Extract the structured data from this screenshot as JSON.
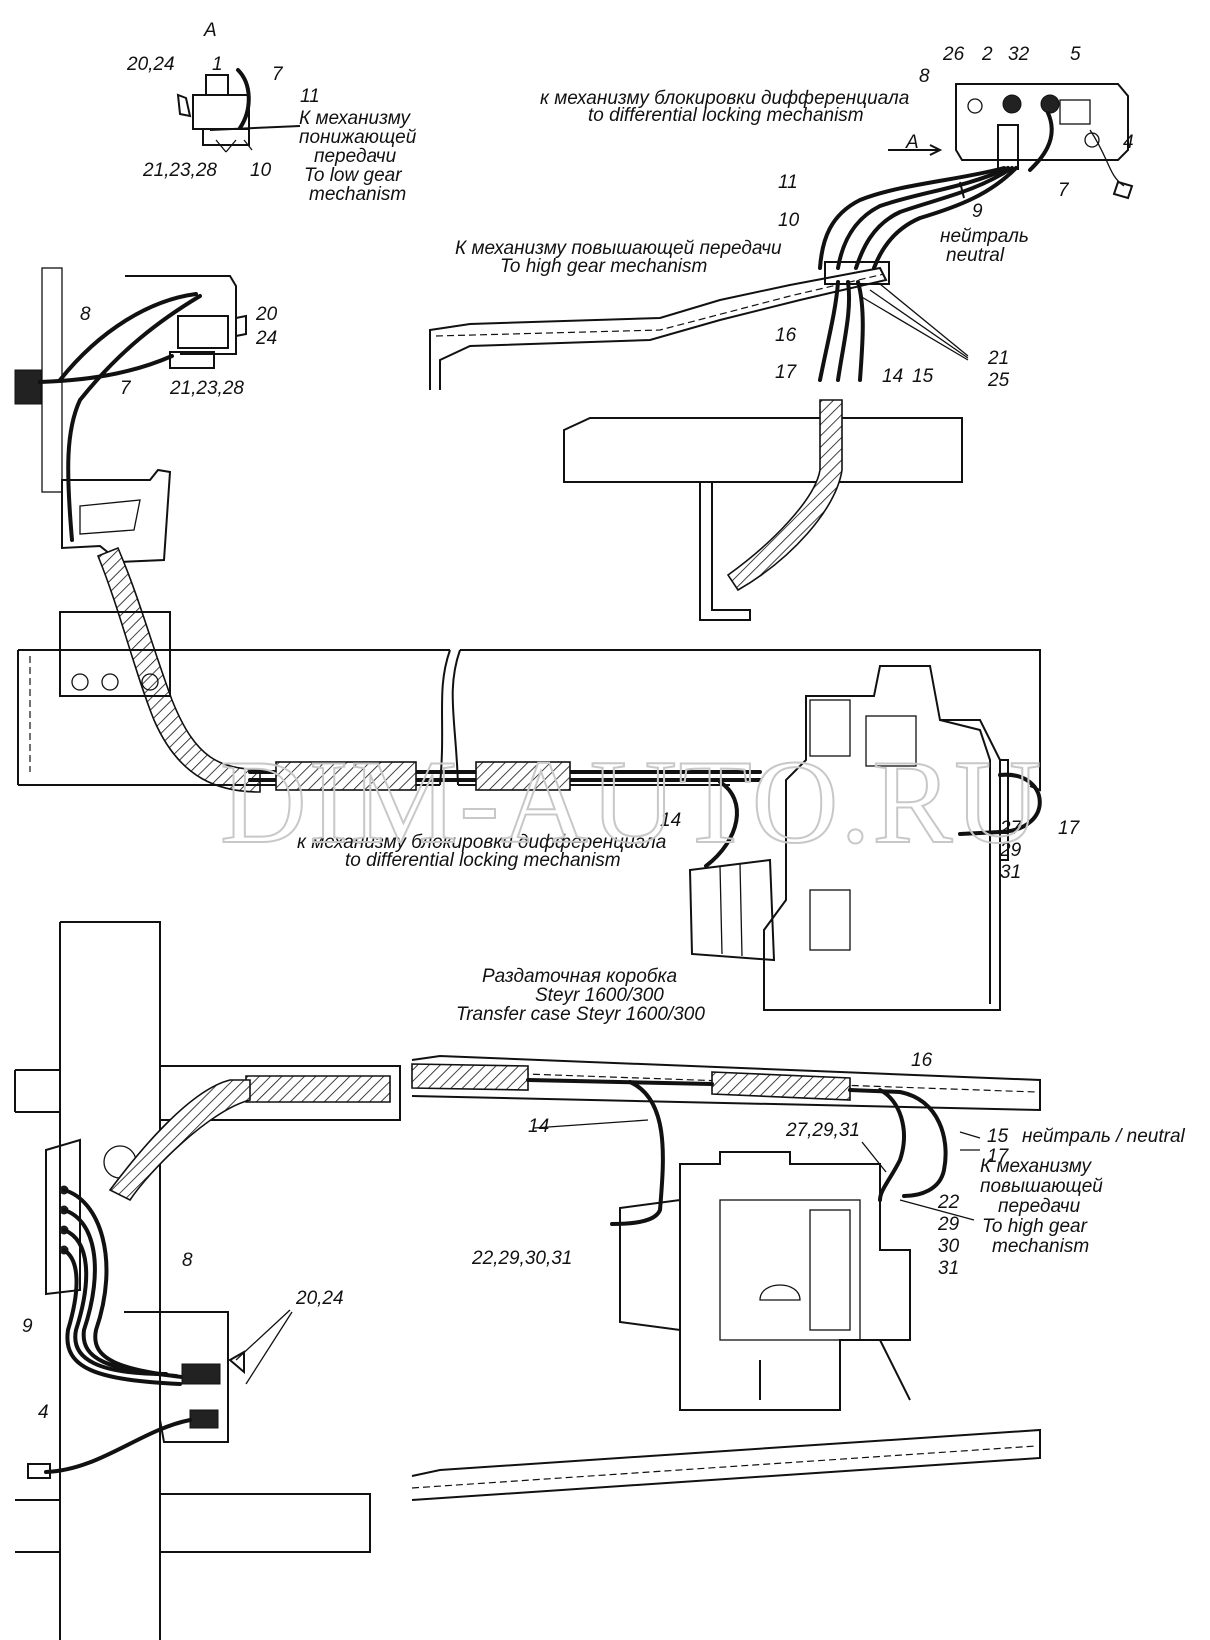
{
  "watermark": "DIM-AUTO.RU",
  "view_a": {
    "letter": "A"
  },
  "captions": {
    "low_gear_ru_1": "К механизму",
    "low_gear_ru_2": "понижающей",
    "low_gear_ru_3": "передачи",
    "low_gear_en_1": "To low gear",
    "low_gear_en_2": "mechanism",
    "diff_lock_top_ru": "к механизму блокировки дифференциала",
    "diff_lock_top_en": "to differential  locking mechanism",
    "high_gear_top_ru": "К механизму повышающей передачи",
    "high_gear_top_en": "To high gear mechanism",
    "neutral_ru": "нейтраль",
    "neutral_en": "neutral",
    "diff_lock_mid_ru": "к механизму блокировки дифференциала",
    "diff_lock_mid_en": "to differential  locking mechanism",
    "transfer_ru_1": "Раздаточная коробка",
    "transfer_ru_2": "Steyr 1600/300",
    "transfer_en": "Transfer case Steyr 1600/300",
    "neutral_bottom": "нейтраль / neutral",
    "high_gear_bottom_ru_1": "К механизму",
    "high_gear_bottom_ru_2": "повышающей",
    "high_gear_bottom_ru_3": "передачи",
    "high_gear_bottom_en_1": "To high gear",
    "high_gear_bottom_en_2": "mechanism"
  },
  "callouts": {
    "a_20_24": "20,24",
    "a_1": "1",
    "a_7": "7",
    "a_11": "11",
    "a_21_23_28": "21,23,28",
    "a_10": "10",
    "tr_26": "26",
    "tr_2": "2",
    "tr_32": "32",
    "tr_5": "5",
    "tr_8": "8",
    "tr_A": "A",
    "tr_4": "4",
    "tr_7": "7",
    "tr_11": "11",
    "tr_10": "10",
    "tr_9": "9",
    "tr_16": "16",
    "tr_17": "17",
    "tr_14": "14",
    "tr_15": "15",
    "tr_21": "21",
    "tr_25": "25",
    "l_8": "8",
    "l_20": "20",
    "l_24": "24",
    "l_7": "7",
    "l_21_23_28": "21,23,28",
    "m_14": "14",
    "m_17": "17",
    "m_27": "27",
    "m_29": "29",
    "m_31": "31",
    "b_16": "16",
    "b_15": "15",
    "b_17": "17",
    "b_14": "14",
    "b_27_29_31": "27,29,31",
    "b_22_29_30_31": "22,29,30,31",
    "b_22": "22",
    "b_29": "29",
    "b_30": "30",
    "b_31": "31",
    "bl_8": "8",
    "bl_9": "9",
    "bl_20_24": "20,24",
    "bl_4": "4"
  }
}
